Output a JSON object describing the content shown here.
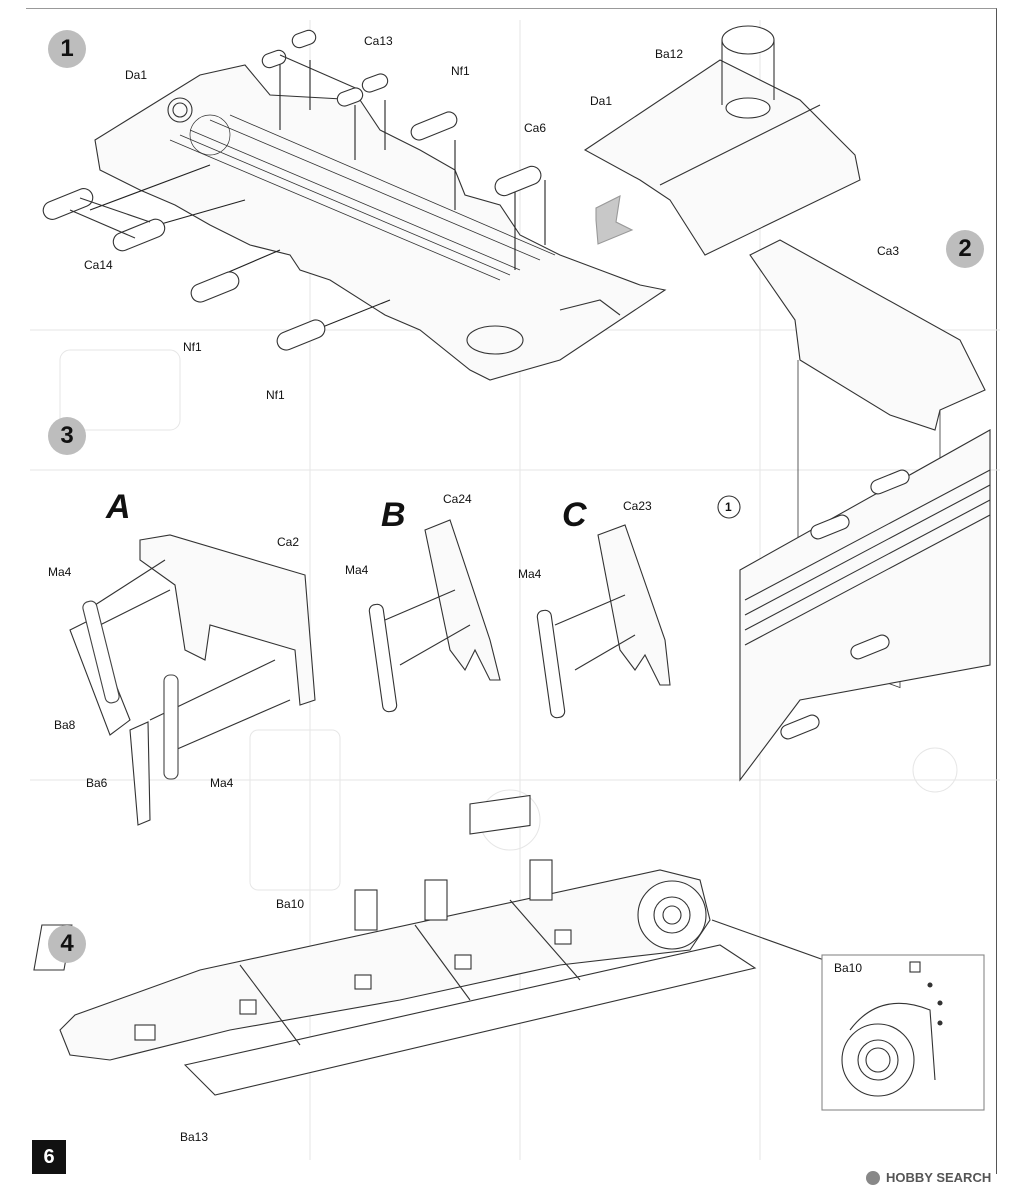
{
  "page_number": "6",
  "steps": {
    "step1": {
      "number": "1"
    },
    "step2": {
      "number": "2"
    },
    "step3": {
      "number": "3"
    },
    "step4": {
      "number": "4"
    }
  },
  "variants": {
    "a": "A",
    "b": "B",
    "c": "C"
  },
  "step1_labels": {
    "ca13": "Ca13",
    "da1_left": "Da1",
    "nf1_top": "Nf1",
    "ca6": "Ca6",
    "ca14": "Ca14",
    "nf1_mid": "Nf1",
    "nf1_bottom": "Nf1",
    "ba12": "Ba12",
    "da1_right": "Da1"
  },
  "step2_labels": {
    "ca3": "Ca3",
    "ref_step": "1"
  },
  "step3_labels": {
    "ca2": "Ca2",
    "ma4_a_top": "Ma4",
    "ba8": "Ba8",
    "ba6": "Ba6",
    "ma4_a_bottom": "Ma4",
    "ca24": "Ca24",
    "ma4_b": "Ma4",
    "ca23": "Ca23",
    "ma4_c": "Ma4"
  },
  "step4_labels": {
    "ba10": "Ba10",
    "ba13": "Ba13",
    "ba10_detail": "Ba10"
  },
  "watermark": "HOBBY SEARCH"
}
